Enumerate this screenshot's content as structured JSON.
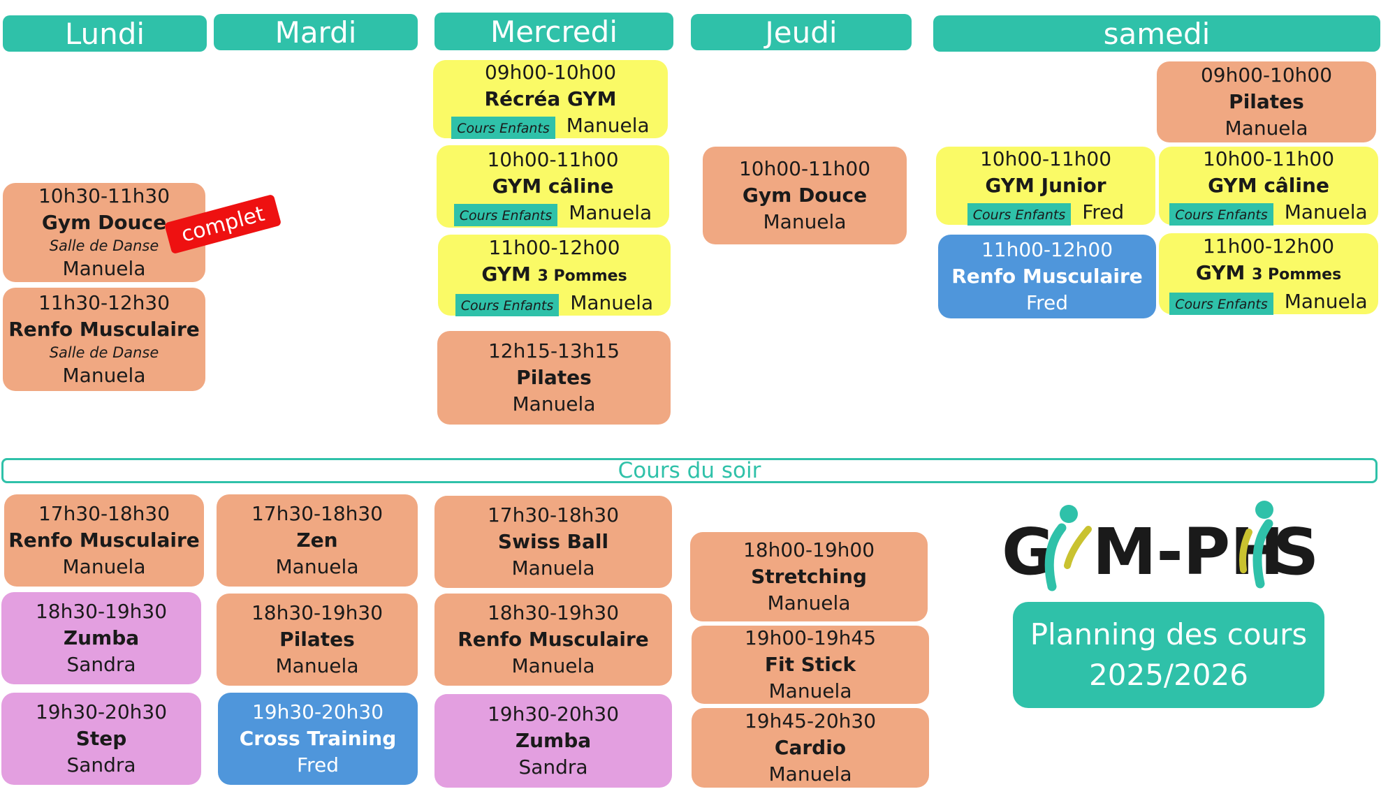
{
  "days": {
    "lundi": "Lundi",
    "mardi": "Mardi",
    "mercredi": "Mercredi",
    "jeudi": "Jeudi",
    "samedi": "samedi"
  },
  "complet_label": "complet",
  "tag_label": "Cours Enfants",
  "evening_label": "Cours du soir",
  "logo": {
    "text_left": "G",
    "text_mid": "M-PH",
    "text_right": "S",
    "colors": [
      "#1a1a1a",
      "#2fc1a9",
      "#c9c230"
    ]
  },
  "planning": {
    "line1": "Planning des cours",
    "line2": "2025/2026"
  },
  "colors": {
    "teal": "#2fc1a9",
    "orange": "#f0a882",
    "yellow": "#fafa66",
    "blue": "#4f96db",
    "pink": "#e39fe0",
    "red": "#ee1111"
  },
  "courses": {
    "lun1": {
      "time": "10h30-11h30",
      "name": "Gym Douce",
      "room": "Salle de Danse",
      "coach": "Manuela"
    },
    "lun2": {
      "time": "11h30-12h30",
      "name": "Renfo Musculaire",
      "room": "Salle de Danse",
      "coach": "Manuela"
    },
    "mer1": {
      "time": "09h00-10h00",
      "name": "Récréa GYM",
      "coach": "Manuela"
    },
    "mer2": {
      "time": "10h00-11h00",
      "name": "GYM câline",
      "coach": "Manuela"
    },
    "mer3": {
      "time": "11h00-12h00",
      "name": "GYM",
      "name_small": "3 Pommes",
      "coach": "Manuela"
    },
    "mer4": {
      "time": "12h15-13h15",
      "name": "Pilates",
      "coach": "Manuela"
    },
    "jeu1": {
      "time": "10h00-11h00",
      "name": "Gym Douce",
      "coach": "Manuela"
    },
    "sam1": {
      "time": "09h00-10h00",
      "name": "Pilates",
      "coach": "Manuela"
    },
    "sam2": {
      "time": "10h00-11h00",
      "name": "GYM Junior",
      "coach": "Fred"
    },
    "sam3": {
      "time": "10h00-11h00",
      "name": "GYM câline",
      "coach": "Manuela"
    },
    "sam4": {
      "time": "11h00-12h00",
      "name": "Renfo Musculaire",
      "coach": "Fred"
    },
    "sam5": {
      "time": "11h00-12h00",
      "name": "GYM",
      "name_small": "3 Pommes",
      "coach": "Manuela"
    },
    "e_lun1": {
      "time": "17h30-18h30",
      "name": "Renfo Musculaire",
      "coach": "Manuela"
    },
    "e_lun2": {
      "time": "18h30-19h30",
      "name": "Zumba",
      "coach": "Sandra"
    },
    "e_lun3": {
      "time": "19h30-20h30",
      "name": "Step",
      "coach": "Sandra"
    },
    "e_mar1": {
      "time": "17h30-18h30",
      "name": "Zen",
      "coach": "Manuela"
    },
    "e_mar2": {
      "time": "18h30-19h30",
      "name": "Pilates",
      "coach": "Manuela"
    },
    "e_mar3": {
      "time": "19h30-20h30",
      "name": "Cross Training",
      "coach": "Fred"
    },
    "e_mer1": {
      "time": "17h30-18h30",
      "name": "Swiss Ball",
      "coach": "Manuela"
    },
    "e_mer2": {
      "time": "18h30-19h30",
      "name": "Renfo Musculaire",
      "coach": "Manuela"
    },
    "e_mer3": {
      "time": "19h30-20h30",
      "name": "Zumba",
      "coach": "Sandra"
    },
    "e_jeu1": {
      "time": "18h00-19h00",
      "name": "Stretching",
      "coach": "Manuela"
    },
    "e_jeu2": {
      "time": "19h00-19h45",
      "name": "Fit Stick",
      "coach": "Manuela"
    },
    "e_jeu3": {
      "time": "19h45-20h30",
      "name": "Cardio",
      "coach": "Manuela"
    }
  }
}
